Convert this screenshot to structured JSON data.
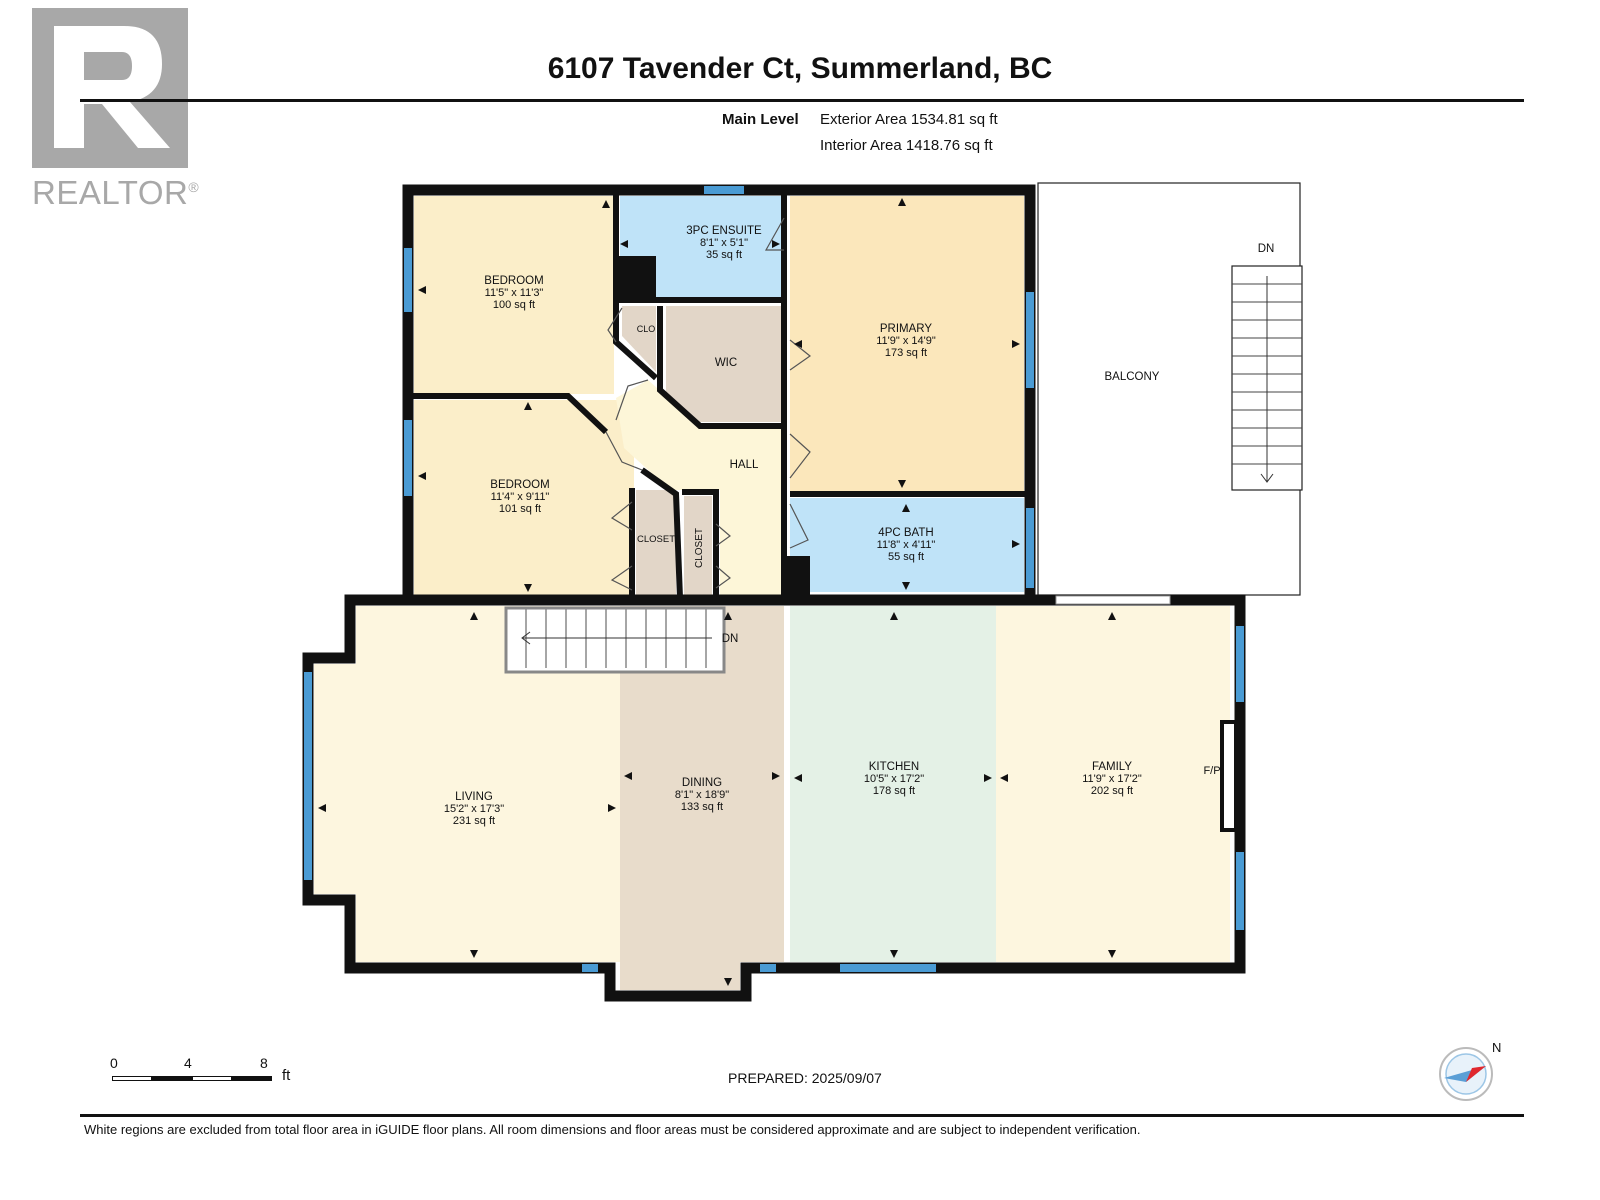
{
  "header": {
    "title": "6107 Tavender Ct, Summerland, BC",
    "logo_text": "REALTOR",
    "logo_mark": "®"
  },
  "area_info": {
    "level": "Main Level",
    "exterior": "Exterior Area 1534.81 sq ft",
    "interior": "Interior Area 1418.76 sq ft"
  },
  "rooms": {
    "bedroom1": {
      "name": "BEDROOM",
      "dims": "11'5\" x 11'3\"",
      "area": "100 sq ft"
    },
    "ensuite": {
      "name": "3PC ENSUITE",
      "dims": "8'1\" x 5'1\"",
      "area": "35 sq ft"
    },
    "primary": {
      "name": "PRIMARY",
      "dims": "11'9\" x 14'9\"",
      "area": "173 sq ft"
    },
    "clo": {
      "name": "CLO"
    },
    "wic": {
      "name": "WIC"
    },
    "hall": {
      "name": "HALL"
    },
    "bedroom2": {
      "name": "BEDROOM",
      "dims": "11'4\" x 9'11\"",
      "area": "101 sq ft"
    },
    "closet1": {
      "name": "CLOSET"
    },
    "closet2": {
      "name": "CLOSET"
    },
    "bath": {
      "name": "4PC BATH",
      "dims": "11'8\" x 4'11\"",
      "area": "55 sq ft"
    },
    "balcony": {
      "name": "BALCONY"
    },
    "living": {
      "name": "LIVING",
      "dims": "15'2\" x 17'3\"",
      "area": "231 sq ft"
    },
    "dining": {
      "name": "DINING",
      "dims": "8'1\" x 18'9\"",
      "area": "133 sq ft"
    },
    "kitchen": {
      "name": "KITCHEN",
      "dims": "10'5\" x 17'2\"",
      "area": "178 sq ft"
    },
    "family": {
      "name": "FAMILY",
      "dims": "11'9\" x 17'2\"",
      "area": "202 sq ft"
    },
    "fireplace": {
      "name": "F/P"
    }
  },
  "stairs": {
    "balcony_dn": "DN",
    "main_dn": "DN"
  },
  "scale": {
    "labels": [
      "0",
      "4",
      "8"
    ],
    "unit": "ft"
  },
  "prepared": "PREPARED: 2025/09/07",
  "footnote": "White regions are excluded from total floor area in iGUIDE floor plans. All room dimensions and floor areas must be considered approximate and are subject to independent verification.",
  "compass_label": "N",
  "colors": {
    "wall": "#111111",
    "window": "#4a9bd4",
    "bedroom": "#fbeec9",
    "bath": "#bfe3f8",
    "primary": "#fbe7bb",
    "closet": "#e2d6c8",
    "hall": "#fdf6d8",
    "living": "#fdf6df",
    "dining": "#e8dccb",
    "kitchen": "#e4f1e6",
    "family": "#fdf6df"
  }
}
